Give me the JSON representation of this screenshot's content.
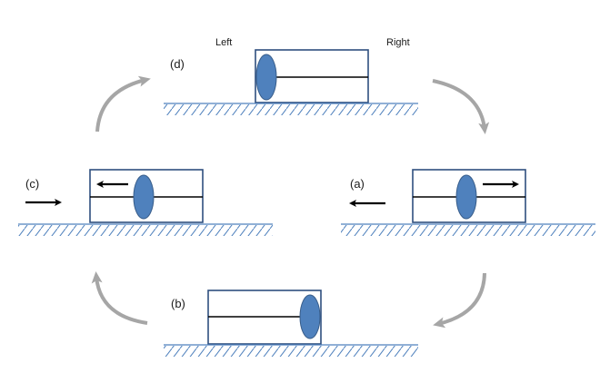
{
  "diagram": {
    "direction_labels": {
      "left": "Left",
      "right": "Right"
    },
    "colors": {
      "piston": "#4f81bd",
      "piston_stroke": "#385d8a",
      "cylinder_stroke": "#2f4f7f",
      "ground": "#4f81bd",
      "cycle_arrow": "#a6a6a6",
      "force_arrow": "#000000"
    },
    "stages": [
      {
        "id": "a",
        "label": "(a)",
        "piston_position": "middle",
        "rod_side": "both",
        "inner_arrow": "right",
        "outer_arrow": "left"
      },
      {
        "id": "b",
        "label": "(b)",
        "piston_position": "right",
        "rod_side": "left",
        "inner_arrow": null,
        "outer_arrow": null
      },
      {
        "id": "c",
        "label": "(c)",
        "piston_position": "middle",
        "rod_side": "both",
        "inner_arrow": "left",
        "outer_arrow": "right"
      },
      {
        "id": "d",
        "label": "(d)",
        "piston_position": "left",
        "rod_side": "right",
        "inner_arrow": null,
        "outer_arrow": null
      }
    ],
    "cycle_order": [
      "d",
      "a",
      "b",
      "c",
      "d"
    ]
  }
}
